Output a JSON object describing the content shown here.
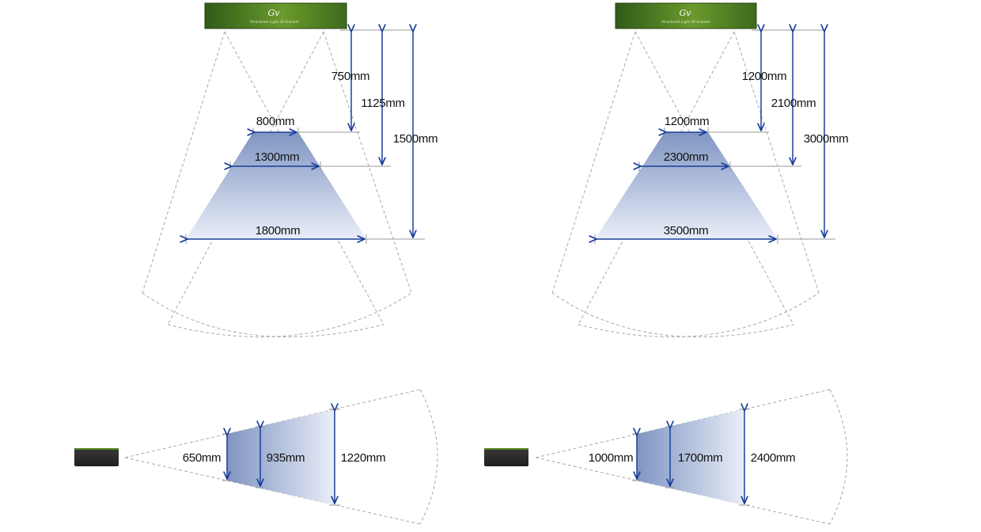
{
  "colors": {
    "arrow": "#1b3f9a",
    "fov_outline": "#a8a8a8",
    "ref_line": "#9a9a9a",
    "fill_top": "#8095c2",
    "fill_bottom": "#e9eef8",
    "scanner_front_dark": "#2f5a18",
    "scanner_front_light": "#6a9a2c",
    "scanner_side": "#2b2b2b"
  },
  "icons": {
    "scanner_front": "structured-light-scanner-front-icon",
    "scanner_side": "structured-light-scanner-side-icon"
  },
  "scanner": {
    "brand": "Gv",
    "subtitle": "Structured Light 3D Scanner"
  },
  "diagrams": {
    "top_left": {
      "distances": [
        "750mm",
        "1125mm",
        "1500mm"
      ],
      "widths": [
        "800mm",
        "1300mm",
        "1800mm"
      ]
    },
    "top_right": {
      "distances": [
        "1200mm",
        "2100mm",
        "3000mm"
      ],
      "widths": [
        "1200mm",
        "2300mm",
        "3500mm"
      ]
    },
    "bottom_left": {
      "heights": [
        "650mm",
        "935mm",
        "1220mm"
      ]
    },
    "bottom_right": {
      "heights": [
        "1000mm",
        "1700mm",
        "2400mm"
      ]
    }
  }
}
